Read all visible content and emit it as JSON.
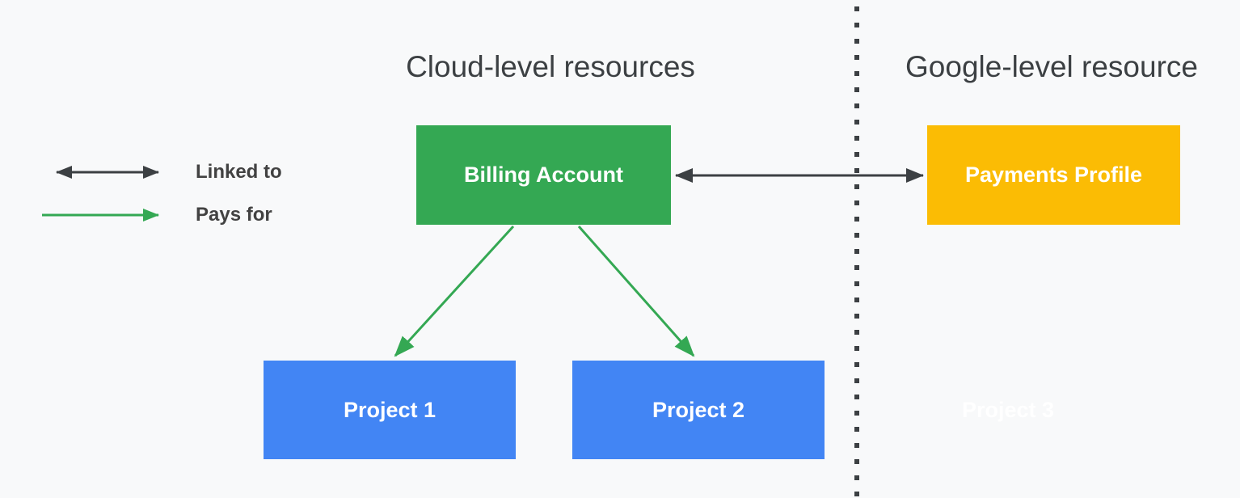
{
  "diagram": {
    "sections": {
      "cloud": {
        "title": "Cloud-level resources"
      },
      "google": {
        "title": "Google-level resource"
      }
    },
    "legend": {
      "linked_to": "Linked to",
      "pays_for": "Pays for"
    },
    "nodes": {
      "billing_account": {
        "label": "Billing Account",
        "color": "#34A853"
      },
      "payments_profile": {
        "label": "Payments Profile",
        "color": "#FBBC04"
      },
      "project_1": {
        "label": "Project 1",
        "color": "#4285F4"
      },
      "project_2": {
        "label": "Project 2",
        "color": "#4285F4"
      },
      "project_3": {
        "label": "Project 3",
        "color": "transparent"
      }
    },
    "edges": [
      {
        "from": "Billing Account",
        "to": "Payments Profile",
        "type": "Linked to"
      },
      {
        "from": "Billing Account",
        "to": "Project 1",
        "type": "Pays for"
      },
      {
        "from": "Billing Account",
        "to": "Project 2",
        "type": "Pays for"
      }
    ],
    "colors": {
      "background": "#F8F9FA",
      "arrow_dark": "#3C4043",
      "arrow_green": "#34A853",
      "divider": "#3C4043",
      "title_text": "#3C4043",
      "legend_text": "#424242",
      "node_text": "#FFFFFF"
    }
  }
}
